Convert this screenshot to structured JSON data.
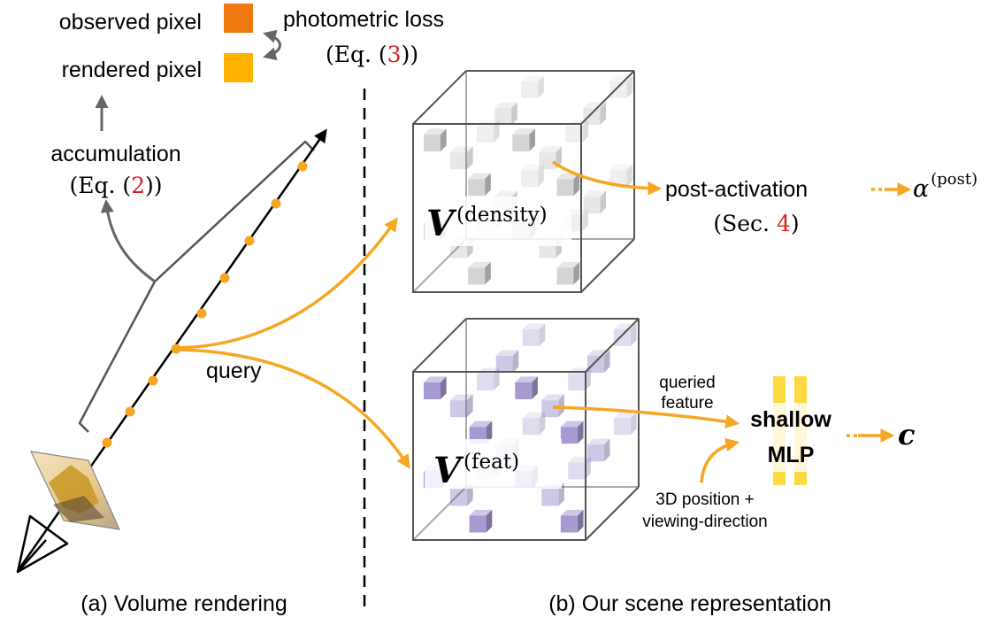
{
  "legend": {
    "observed_pixel": "observed pixel",
    "rendered_pixel": "rendered pixel",
    "photometric_loss": "photometric loss",
    "eq3_prefix": "(Eq. (",
    "eq3_num": "3",
    "eq3_suffix": "))",
    "observed_color": "#f07a10",
    "rendered_color": "#ffb300"
  },
  "panel_a": {
    "accumulation": "accumulation",
    "eq2_prefix": "(Eq. (",
    "eq2_num": "2",
    "eq2_suffix": "))",
    "query": "query",
    "caption": "(a) Volume rendering"
  },
  "panel_b": {
    "density_V": "V",
    "density_sup": "(density)",
    "feat_V": "V",
    "feat_sup": "(feat)",
    "post_activation": "post-activation",
    "sec_prefix": "(Sec. ",
    "sec_num": "4",
    "sec_suffix": ")",
    "alpha": "α",
    "alpha_sup": "(post)",
    "queried_feature_1": "queried",
    "queried_feature_2": "feature",
    "mlp_1": "shallow",
    "mlp_2": "MLP",
    "c_out": "c",
    "pos_dir_1": "3D position +",
    "pos_dir_2": "viewing-direction",
    "caption": "(b) Our scene representation",
    "density_voxel_color": "#d4d4d4",
    "feat_voxel_color": "#a79ad0"
  },
  "colors": {
    "arrow_orange": "#f5a623",
    "sample_point": "#f5a623",
    "gray_arrow": "#666666",
    "ref_red": "#d62020"
  }
}
